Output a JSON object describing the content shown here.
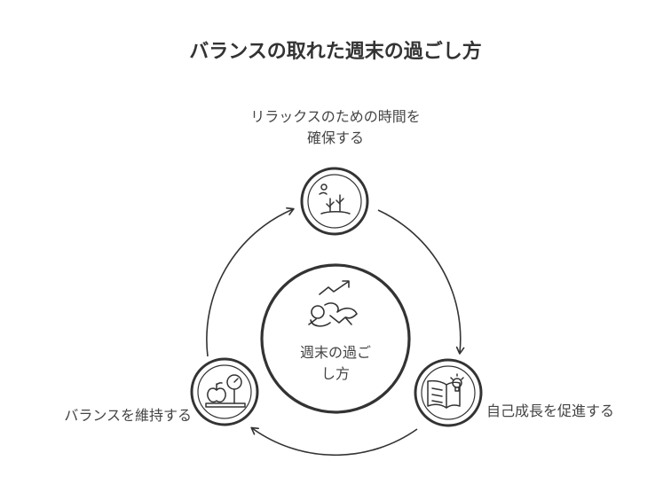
{
  "title": "バランスの取れた週末の過ごし方",
  "center": {
    "line1": "週末の過ご",
    "line2": "し方",
    "icon": "person-relaxing-with-upward-trend-icon"
  },
  "nodes": {
    "relax": {
      "line1": "リラックスのための時間を",
      "line2": "確保する",
      "icon": "plant-nature-icon"
    },
    "growth": {
      "label": "自己成長を促進する",
      "icon": "book-lightbulb-icon"
    },
    "balance": {
      "label": "バランスを維持する",
      "icon": "apple-on-scale-icon"
    }
  },
  "colors": {
    "stroke": "#333333",
    "text": "#444444",
    "background": "#ffffff"
  }
}
